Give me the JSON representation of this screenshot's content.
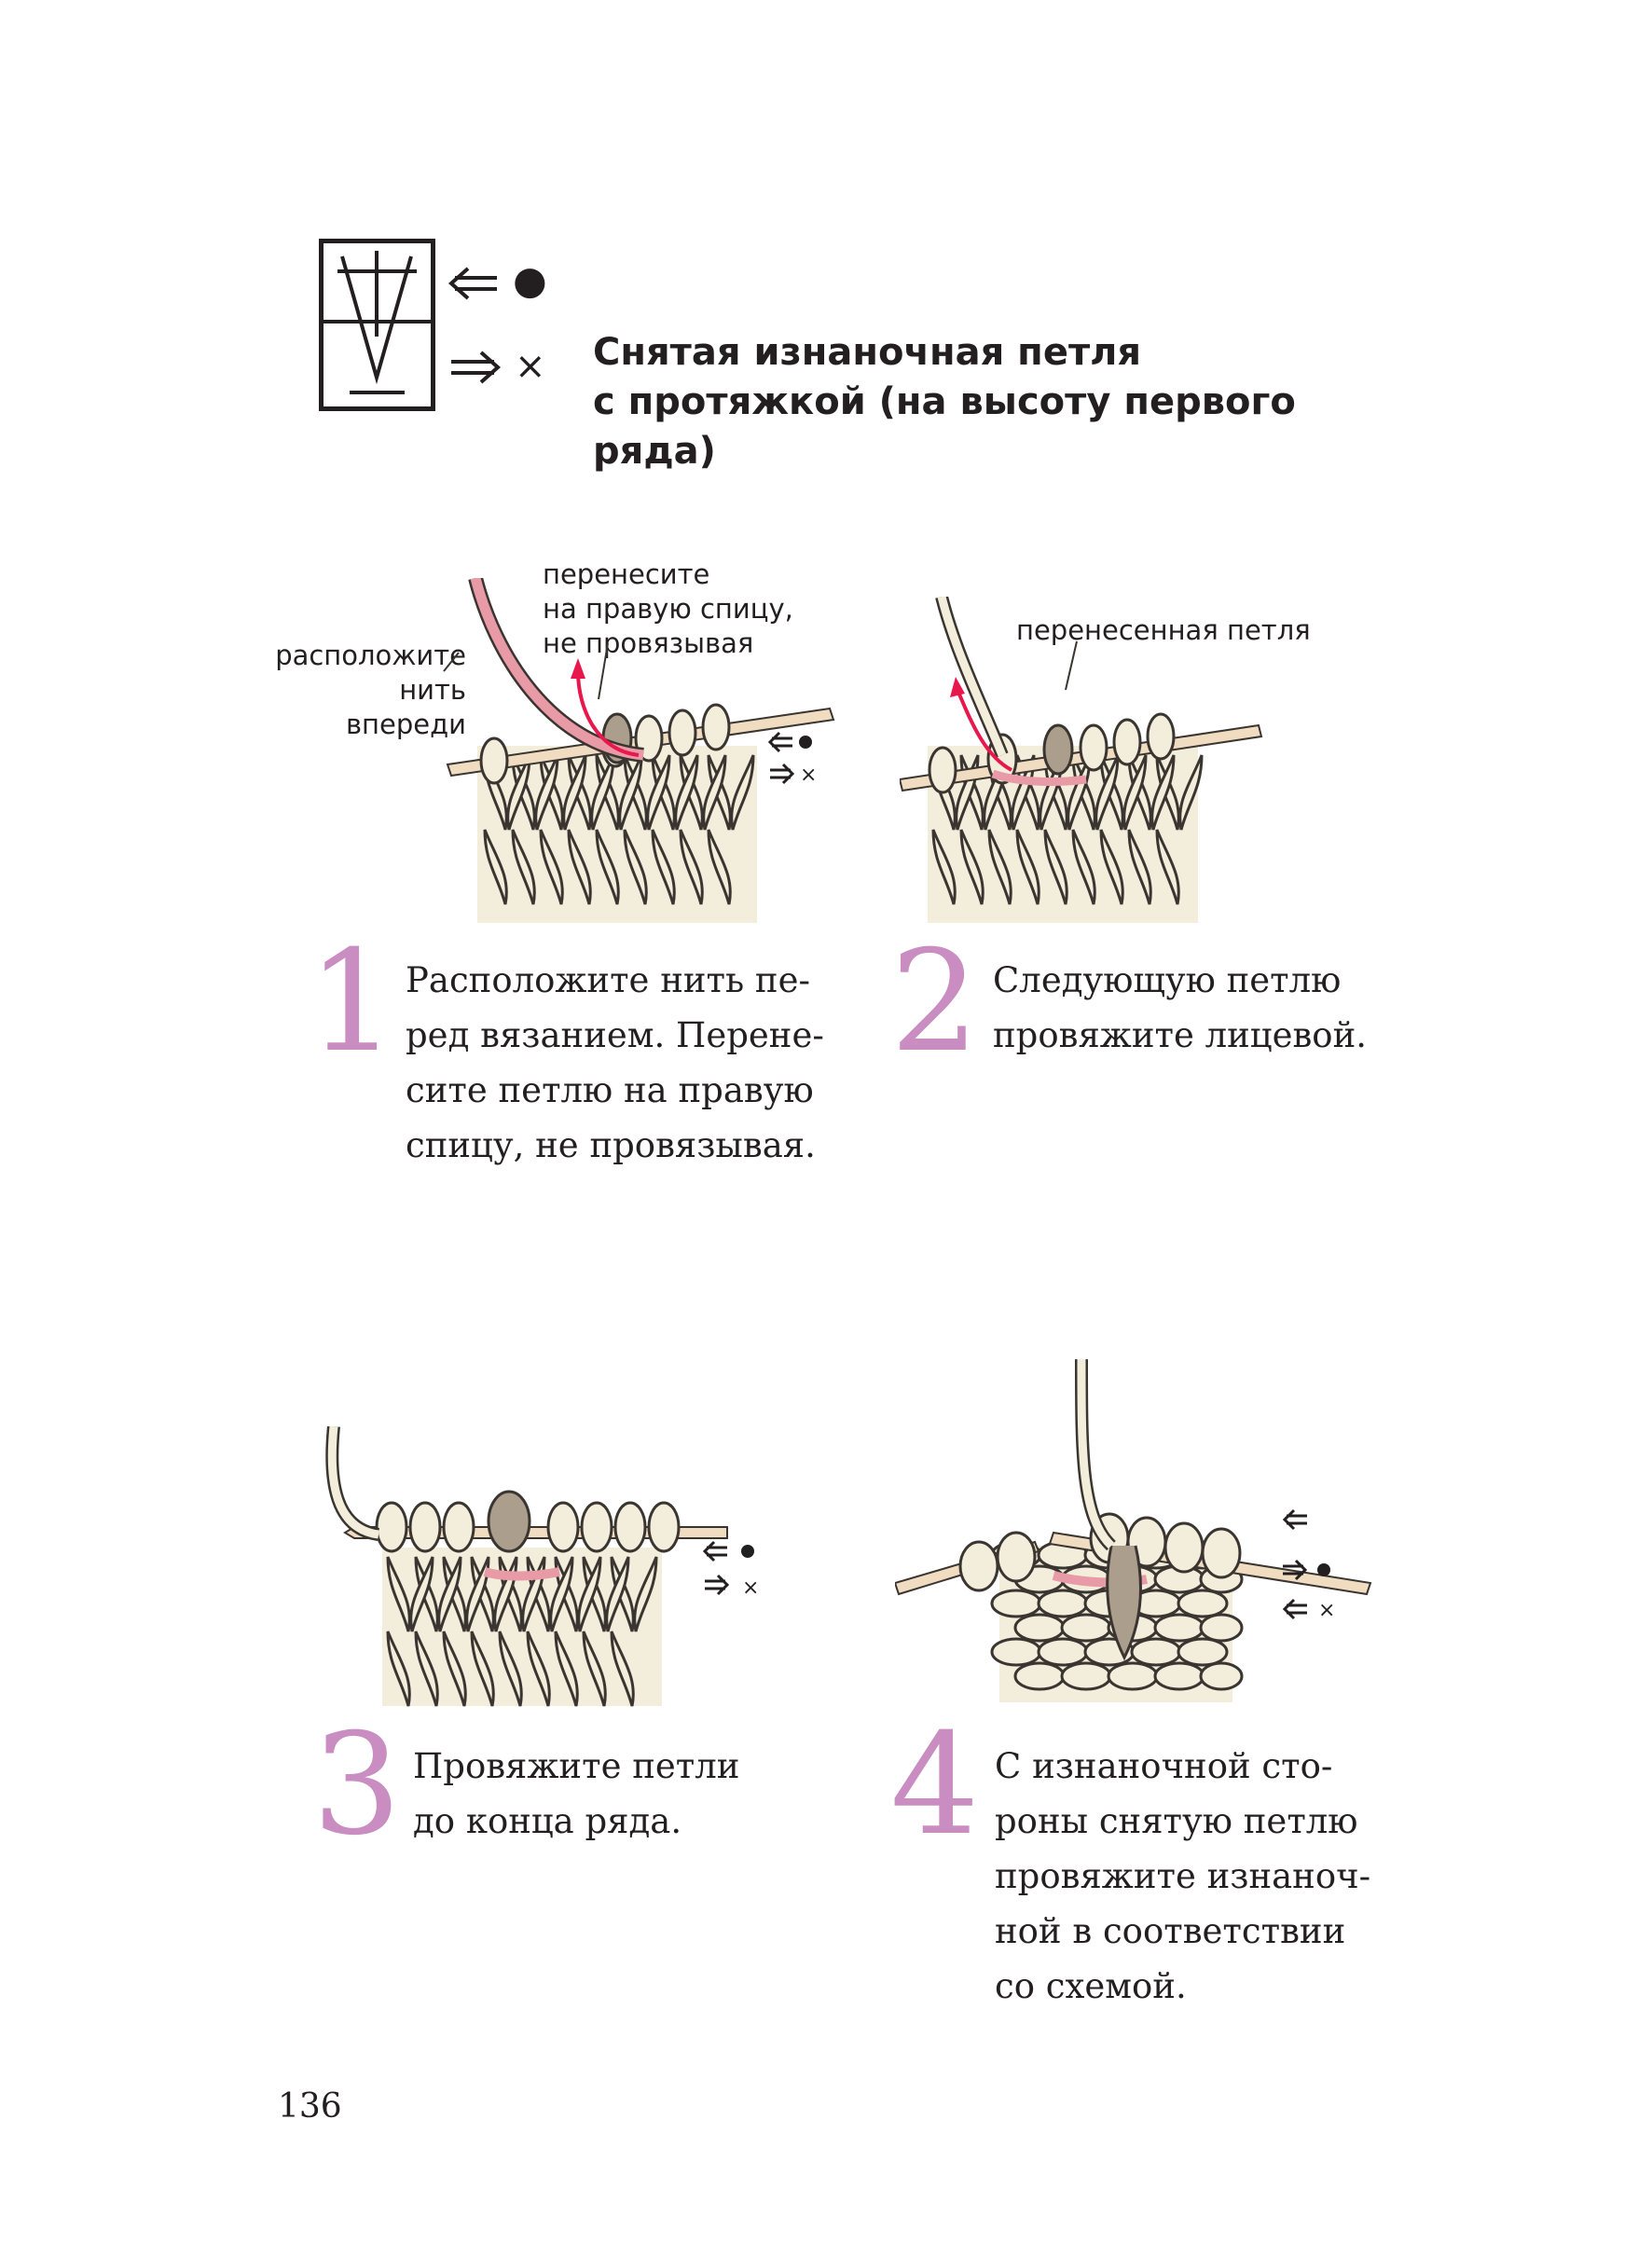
{
  "header": {
    "title_lines": [
      "Снятая изнаночная петля",
      "с протяжкой (на высоту первого",
      "ряда)"
    ],
    "legend": {
      "right_side_marker": "●",
      "wrong_side_marker": "×"
    }
  },
  "figures": [
    {
      "callouts": [
        [
          "перенесите",
          "на правую спицу,",
          "не провязывая"
        ],
        [
          "расположите",
          "нить",
          "впереди"
        ]
      ]
    },
    {
      "callouts": [
        [
          "перенесенная петля"
        ]
      ]
    },
    {
      "callouts": []
    },
    {
      "callouts": []
    }
  ],
  "steps": [
    {
      "number": "1",
      "lines": [
        "Расположите нить пе-",
        "ред вязанием. Перене-",
        "сите петлю на правую",
        "спицу, не провязывая."
      ]
    },
    {
      "number": "2",
      "lines": [
        "Следующую петлю",
        "провяжите лицевой."
      ]
    },
    {
      "number": "3",
      "lines": [
        "Провяжите петли",
        "до конца ряда."
      ]
    },
    {
      "number": "4",
      "lines": [
        "С изнаночной сто-",
        "роны снятую петлю",
        "провяжите изнаноч-",
        "ной в соответствии",
        "со схемой."
      ]
    }
  ],
  "page_number": "136",
  "colors": {
    "text": "#231f20",
    "step_number": "#c98dc1",
    "yarn": "#f2eedb",
    "yarn_outline": "#3a3530",
    "slipped_loop": "#ab9e8c",
    "working_yarn": "#e89aa7",
    "arrow": "#e8174c",
    "needle": "#f0dcc0"
  }
}
